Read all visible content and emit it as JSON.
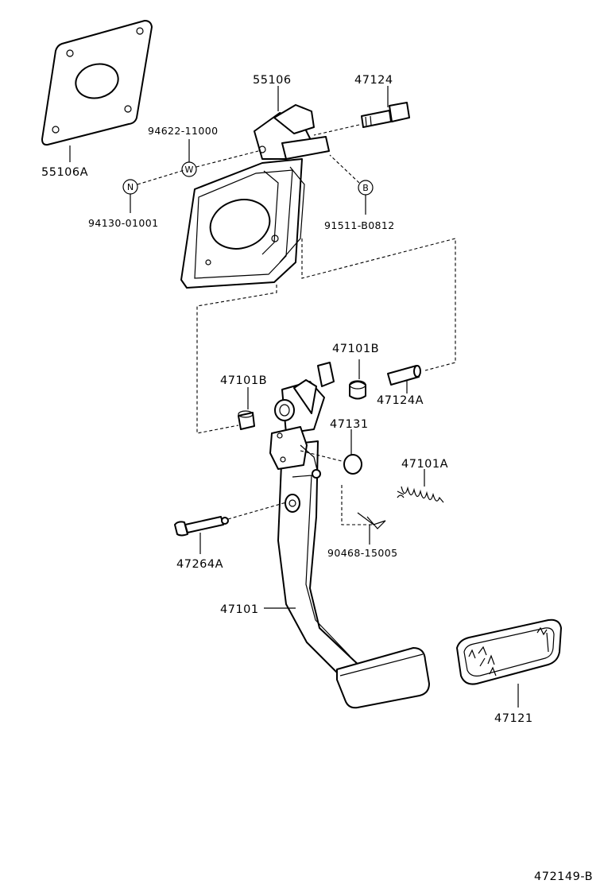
{
  "diagram_id": "472149-B",
  "parts": {
    "p55106A": "55106A",
    "p55106": "55106",
    "p47124": "47124",
    "p94622": "94622-11000",
    "p94130": "94130-01001",
    "p91511": "91511-B0812",
    "p47101B_top": "47101B",
    "p47101B_left": "47101B",
    "p47124A": "47124A",
    "p47131": "47131",
    "p47101A": "47101A",
    "p90468": "90468-15005",
    "p47264A": "47264A",
    "p47101": "47101",
    "p47121": "47121"
  },
  "callouts": {
    "w": "W",
    "n": "N",
    "b": "B"
  }
}
